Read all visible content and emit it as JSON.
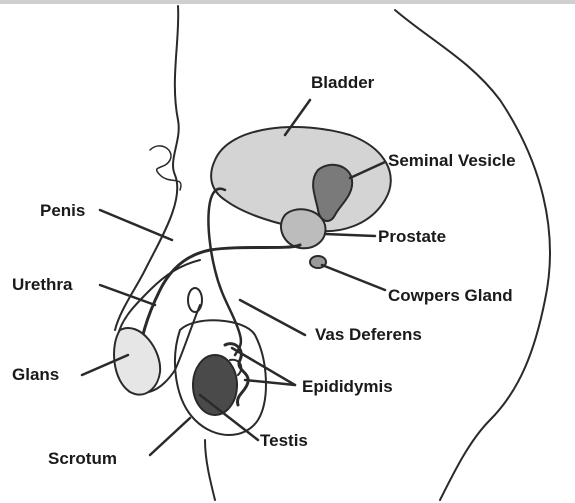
{
  "diagram": {
    "labels": {
      "bladder": "Bladder",
      "seminal_vesicle": "Seminal Vesicle",
      "prostate": "Prostate",
      "cowpers_gland": "Cowpers Gland",
      "penis": "Penis",
      "urethra": "Urethra",
      "vas_deferens": "Vas Deferens",
      "glans": "Glans",
      "epididymis": "Epididymis",
      "testis": "Testis",
      "scrotum": "Scrotum"
    },
    "colors": {
      "stroke": "#2a2a2a",
      "shading": "#6a6a6a",
      "dark_shading": "#2f2f2f",
      "background": "#ffffff"
    }
  }
}
